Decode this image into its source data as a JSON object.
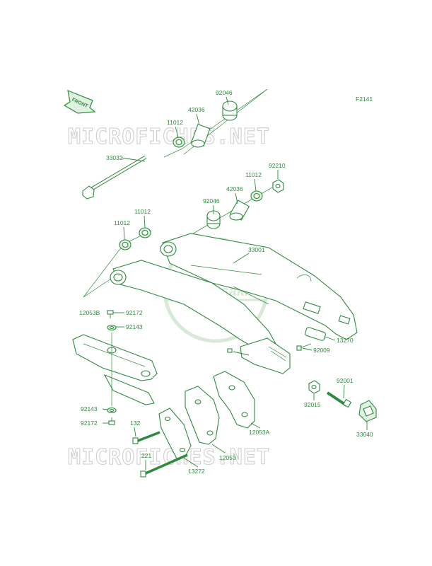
{
  "figure_code": "F2141",
  "front_badge": "FRONT",
  "watermark": "MICROFICHES.NET",
  "logo": "Kawasaki",
  "part_numbers": {
    "p92046a": "92046",
    "p42036a": "42036",
    "p11012a": "11012",
    "p33032": "33032",
    "p92210": "92210",
    "p11012b": "11012",
    "p42036b": "42036",
    "p92046b": "92046",
    "p11012c": "11012",
    "p11012d": "11012",
    "p33001": "33001",
    "p12053B": "12053B",
    "p92172a": "92172",
    "p92143a": "92143",
    "p13270": "13270",
    "p92009": "92009",
    "p92001": "92001",
    "p92015": "92015",
    "p33040": "33040",
    "p92143b": "92143",
    "p92172b": "92172",
    "p132": "132",
    "p12053A": "12053A",
    "p221": "221",
    "p12053": "12053",
    "p13272": "13272"
  },
  "colors": {
    "line": "#2e8a3e",
    "fill": "#dff1df",
    "watermark": "#cfcfcf"
  }
}
